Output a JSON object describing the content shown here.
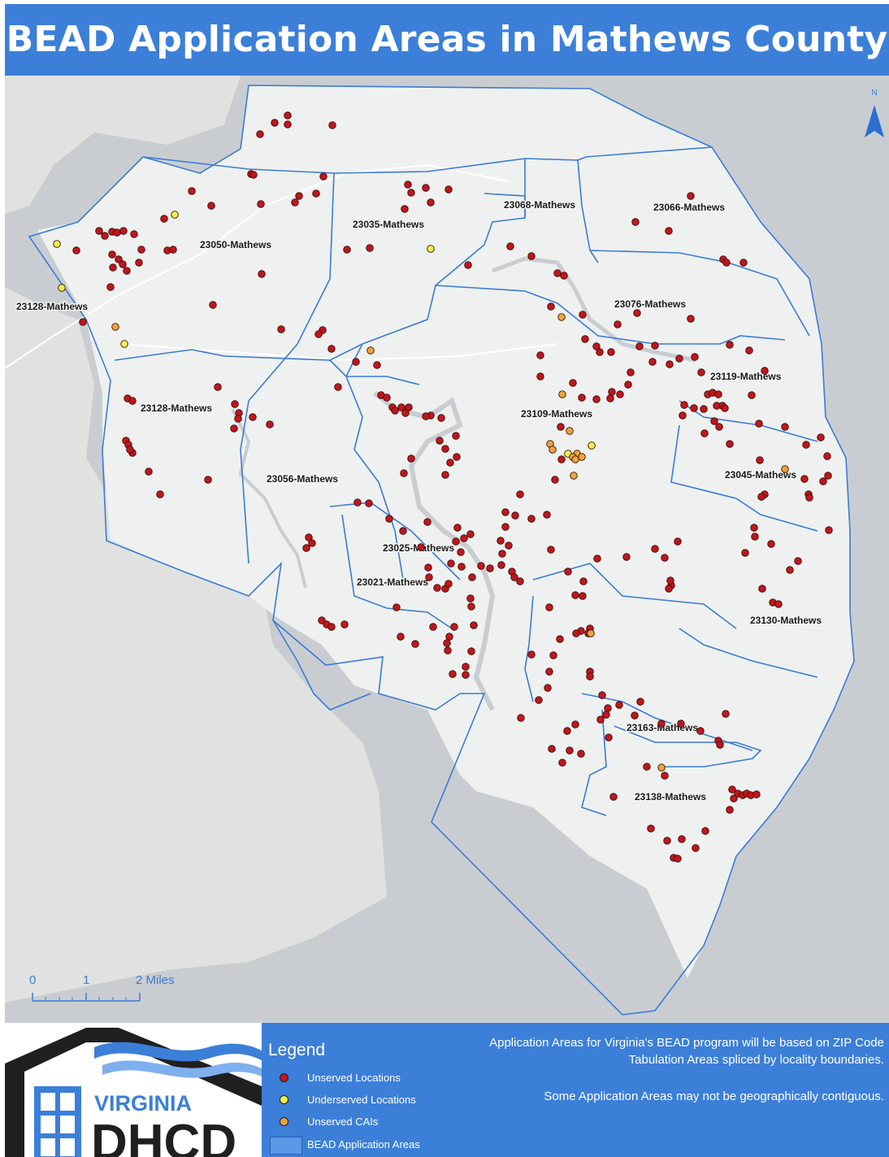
{
  "title": "BEAD Application Areas in Mathews County",
  "north_label": "N",
  "scale_bar": {
    "ticks": [
      "0",
      "1",
      "2 Miles"
    ]
  },
  "zip_areas": [
    "23050-Mathews",
    "23035-Mathews",
    "23068-Mathews",
    "23066-Mathews",
    "23128-Mathews",
    "23076-Mathews",
    "23128-Mathews",
    "23119-Mathews",
    "23109-Mathews",
    "23056-Mathews",
    "23045-Mathews",
    "23025-Mathews",
    "23021-Mathews",
    "23130-Mathews",
    "23163-Mathews",
    "23138-Mathews"
  ],
  "legend": {
    "title": "Legend",
    "items": [
      {
        "label": "Unserved Locations",
        "color": "#c0161c"
      },
      {
        "label": "Underserved Locations",
        "color": "#f2ef4a"
      },
      {
        "label": "Unserved CAIs",
        "color": "#eca33a"
      },
      {
        "label": "BEAD Application Areas",
        "color": "#5b98e6"
      }
    ]
  },
  "note": {
    "line1": "Application Areas for Virginia's BEAD program will be based on ZIP Code",
    "line2": "Tabulation Areas spliced by locality boundaries.",
    "line3": "Some Application Areas may not be geographically contiguous."
  },
  "logo": {
    "top_text": "VIRGINIA",
    "bottom_text": "DHCD"
  },
  "colors": {
    "title_bar": "#3b7fd9",
    "boundary": "#3c7ad6",
    "land": "#eef1ef",
    "water": "#c9cdd1"
  }
}
